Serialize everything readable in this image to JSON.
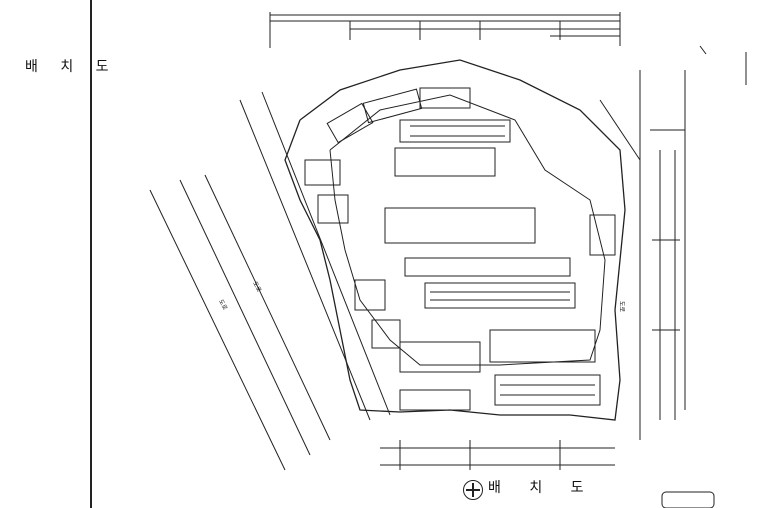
{
  "side_title": "배 치 도",
  "plan_title": "배 치 도",
  "labels": {
    "road_left_a": "도로",
    "road_left_b": "도로",
    "road_right": "도로"
  }
}
